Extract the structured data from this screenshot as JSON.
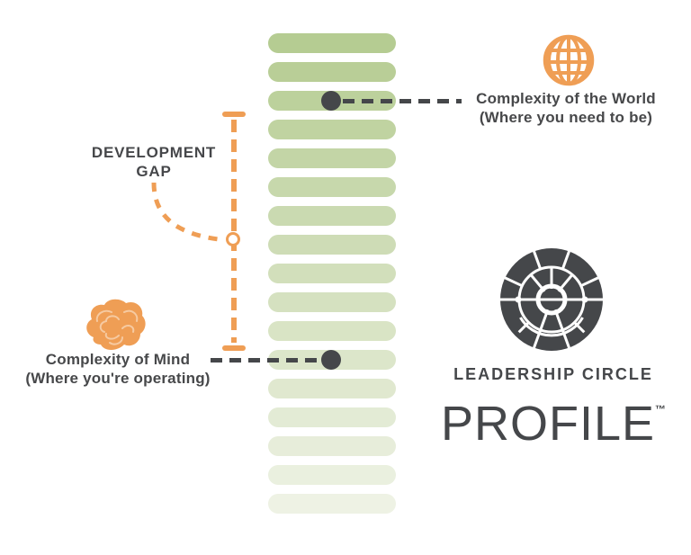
{
  "colors": {
    "accent_orange": "#ef9e55",
    "text_dark": "#47484a",
    "logo_dark": "#45474a",
    "marker_dot": "#45474a",
    "rung_top": "#b5cc92",
    "rung_bottom": "#eef2e4"
  },
  "ladder": {
    "rung_count": 17,
    "rung_colors": [
      "#b5cc92",
      "#b9ce97",
      "#bcd19c",
      "#c0d3a1",
      "#c3d5a6",
      "#c7d8ac",
      "#cadab1",
      "#cedcb6",
      "#d2dfbb",
      "#d5e1c0",
      "#d9e4c5",
      "#dce6ca",
      "#e0e8cf",
      "#e3ebd5",
      "#e7edda",
      "#eaf0df",
      "#eef2e4"
    ]
  },
  "markers": {
    "world": {
      "rung_index": 2
    },
    "mind": {
      "rung_index": 11
    }
  },
  "world_callout": {
    "icon": "globe-icon",
    "title": "Complexity of the World",
    "subtitle": "(Where you need to be)"
  },
  "mind_callout": {
    "icon": "brain-icon",
    "title": "Complexity of Mind",
    "subtitle": "(Where you're operating)"
  },
  "development_gap": {
    "label_line1": "DEVELOPMENT",
    "label_line2": "GAP"
  },
  "logo": {
    "brand": "LEADERSHIP CIRCLE",
    "product": "PROFILE",
    "trademark": "™"
  }
}
